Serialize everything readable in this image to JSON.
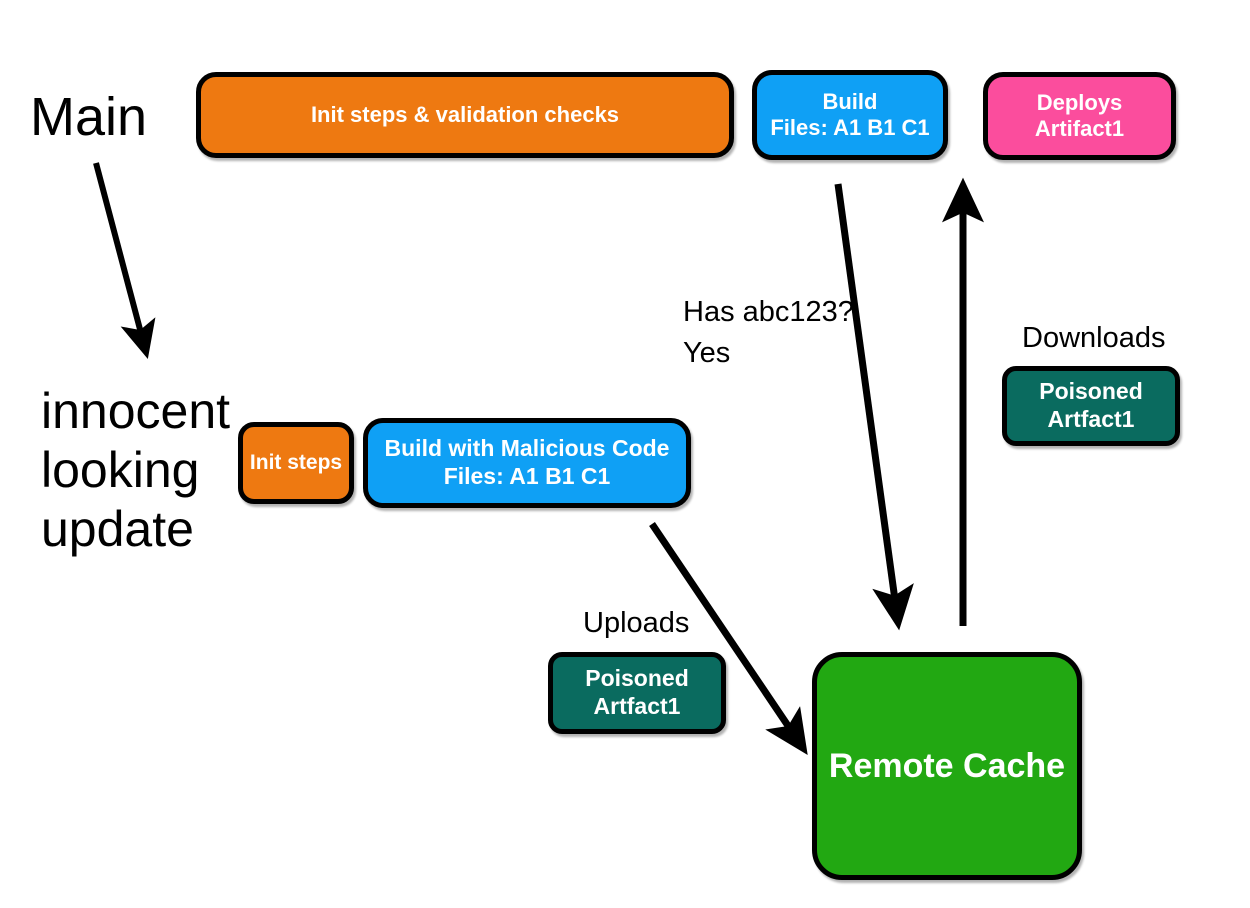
{
  "diagram": {
    "title_labels": {
      "main_branch": "Main",
      "feature_branch": "innocent\nlooking\nupdate"
    },
    "nodes": {
      "init_main": {
        "label": "Init steps & validation checks",
        "color": "#EE7911"
      },
      "build_main": {
        "label": "Build\nFiles: A1  B1  C1",
        "color": "#0FA0F5"
      },
      "deploys": {
        "label": "Deploys\nArtifact1",
        "color": "#FB4D9D"
      },
      "init_malicious": {
        "label": "Init steps",
        "color": "#EE7911"
      },
      "build_malicious": {
        "label": "Build with Malicious Code\nFiles: A1  B1  C1",
        "color": "#0FA0F5"
      },
      "artifact_upload": {
        "label": "Poisoned\nArtfact1",
        "color": "#0A6B5F"
      },
      "artifact_download": {
        "label": "Poisoned\nArtfact1",
        "color": "#0A6B5F"
      },
      "remote_cache": {
        "label": "Remote Cache",
        "color": "#22A812"
      }
    },
    "edge_labels": {
      "cache_query": "Has abc123?\nYes",
      "downloads": "Downloads",
      "uploads": "Uploads"
    },
    "palette": {
      "orange": "#EE7911",
      "blue": "#0FA0F5",
      "pink": "#FB4D9D",
      "teal": "#0A6B5F",
      "green": "#22A812",
      "stroke": "#000000",
      "background": "#FFFFFF",
      "text_on_node": "#FFFFFF"
    }
  }
}
